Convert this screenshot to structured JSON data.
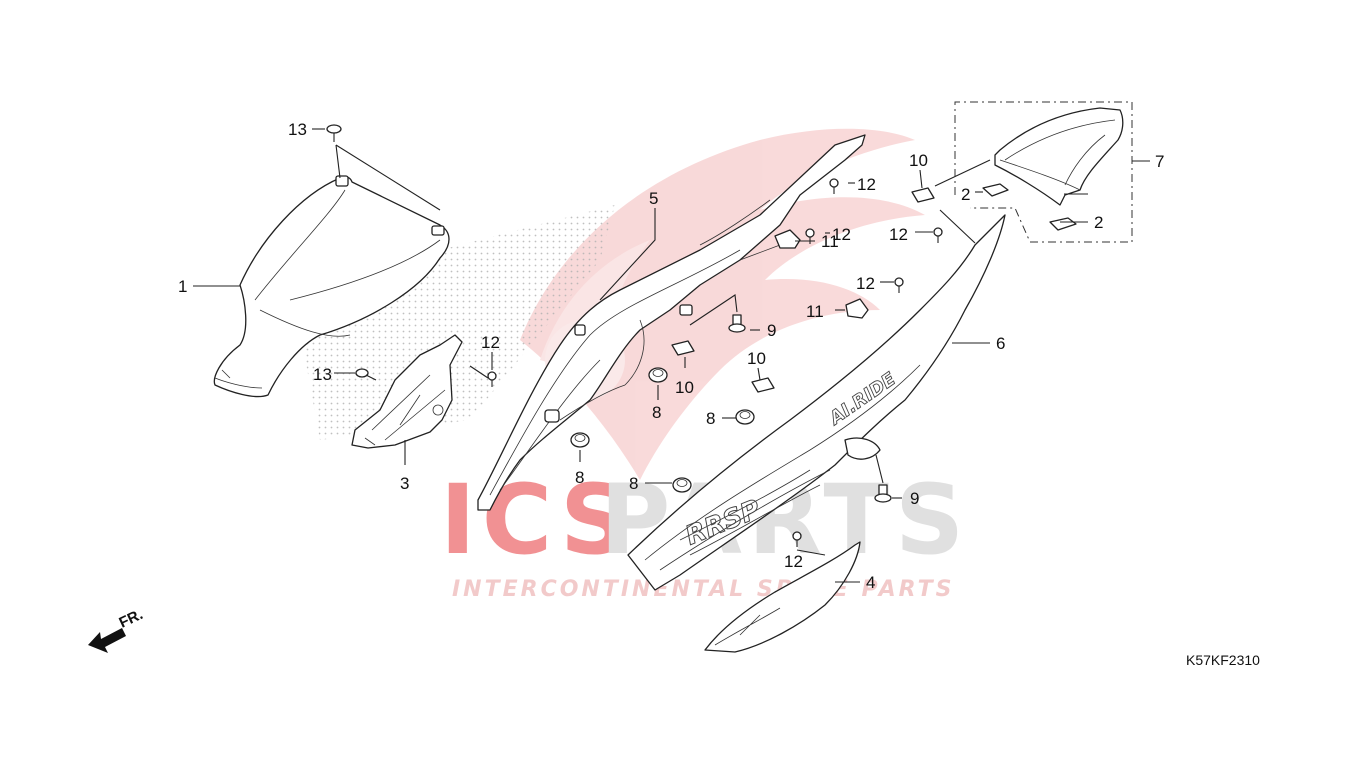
{
  "watermark": {
    "brand_left": "ICS",
    "brand_right": "PARTS",
    "tagline": "INTERCONTINENTAL SPARE PARTS",
    "colors": {
      "red": "#e6393c",
      "grey": "#c8c8c8",
      "logo_red": "#f3b5b5"
    }
  },
  "diagram_code": "K57KF2310",
  "direction_label": "FR.",
  "callouts": {
    "c1": "1",
    "c2a": "2",
    "c2b": "2",
    "c3": "3",
    "c4": "4",
    "c5": "5",
    "c6": "6",
    "c7": "7",
    "c8a": "8",
    "c8b": "8",
    "c8c": "8",
    "c8d": "8",
    "c9a": "9",
    "c9b": "9",
    "c10a": "10",
    "c10b": "10",
    "c10c": "10",
    "c11a": "11",
    "c11b": "11",
    "c12a": "12",
    "c12b": "12",
    "c12c": "12",
    "c12d": "12",
    "c12e": "12",
    "c12f": "12",
    "c13a": "13",
    "c13b": "13"
  },
  "graphic_text": {
    "label_on_cover": "RRSP",
    "label_on_panel": "AI.RIDE"
  }
}
